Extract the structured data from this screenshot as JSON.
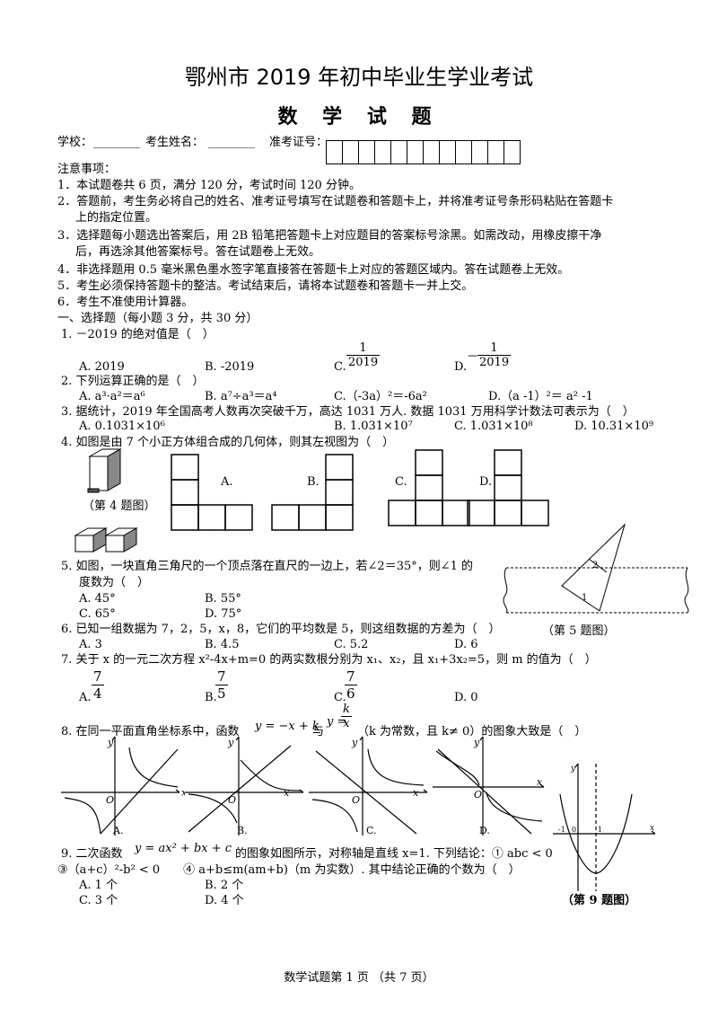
{
  "header": {
    "title": "鄂州市 2019 年初中毕业生学业考试",
    "subtitle": "数 学 试 题"
  },
  "info": {
    "school": "学校：",
    "school_blank": "________",
    "name": "考生姓名：",
    "name_blank": "________",
    "exam_no": "准考证号："
  },
  "notice": {
    "title": "注意事项：",
    "items": [
      "1．本试题卷共 6 页，满分 120 分，考试时间 120 分钟。",
      "2．答题前，考生务必将自己的姓名、准考证号填写在试题卷和答题卡上，并将准考证号条形码粘贴在答题卡",
      "上的指定位置。",
      "3．选择题每小题选出答案后，用 2B 铅笔把答题卡上对应题目的答案标号涂黑。如需改动，用橡皮擦干净",
      "后，再选涂其他答案标号。答在试题卷上无效。",
      "4．非选择题用 0.5 毫米黑色墨水签字笔直接答在答题卡上对应的答题区域内。答在试题卷上无效。",
      "5．考生必须保持答题卡的整洁。考试结束后，请将本试题卷和答题卡一并上交。",
      "6．考生不准使用计算器。"
    ]
  },
  "section1": "一、选择题（每小题 3 分，共 30 分）",
  "q1": {
    "stem": "1. －2019 的绝对值是（　）",
    "a": "A. 2019",
    "b": "B. -2019",
    "c": "C.",
    "c_num": "1",
    "c_den": "2019",
    "d": "D.",
    "d_sign": "－",
    "d_num": "1",
    "d_den": "2019"
  },
  "q2": {
    "stem": "2. 下列运算正确的是（　）",
    "a": "A. a³·a²＝a⁶",
    "b": "B. a⁷÷a³＝a⁴",
    "c": "C.（-3a）²＝-6a²",
    "d": "D.（a -1）²＝ a² -1"
  },
  "q3": {
    "stem": "3. 据统计，2019 年全国高考人数再次突破千万，高达 1031 万人. 数据 1031 万用科学计数法可表示为（　）",
    "a": "A. 0.1031×10⁶",
    "b": "B. 1.031×10⁷",
    "c": "C. 1.031×10⁸",
    "d": "D. 10.31×10⁹"
  },
  "q4": {
    "stem": "4. 如图是由 7 个小正方体组合成的几何体，则其左视图为（　）",
    "fig": "（第 4 题图）",
    "a": "A.",
    "b": "B.",
    "c": "C.",
    "d": "D."
  },
  "q5": {
    "stem": "5. 如图，一块直角三角尺的一个顶点落在直尺的一边上，若∠2＝35°，则∠1 的",
    "stem2": "度数为（　）",
    "a": "A. 45°",
    "b": "B. 55°",
    "c": "C. 65°",
    "d": "D. 75°",
    "fig": "（第 5 题图）",
    "l1": "1",
    "l2": "2"
  },
  "q6": {
    "stem": "6. 已知一组数据为 7，2，5，x，8，它们的平均数是 5，则这组数据的方差为（　）",
    "a": "A. 3",
    "b": "B. 4.5",
    "c": "C. 5.2",
    "d": "D. 6"
  },
  "q7": {
    "stem": "7. 关于 x 的一元二次方程 x²-4x+m=0 的两实数根分别为 x₁、x₂，且 x₁+3x₂=5，则 m 的值为（　）",
    "a": "A.",
    "a_num": "7",
    "a_den": "4",
    "b": "B.",
    "b_num": "7",
    "b_den": "5",
    "c": "C.",
    "c_num": "7",
    "c_den": "6",
    "d": "D. 0"
  },
  "q8": {
    "stem1": "8. 在同一平面直角坐标系中，函数",
    "f1": "y = −x + k",
    "stem2": "与",
    "f2_left": "y =",
    "f2_num": "k",
    "f2_den": "x",
    "stem3": "（k 为常数，且 k≠ 0）的图象大致是（　）",
    "a": "A.",
    "b": "B.",
    "c": "C.",
    "d": "D.",
    "axis_x": "x",
    "axis_y": "y",
    "origin": "O"
  },
  "q9": {
    "stem1": "9. 二次函数",
    "func": "y = ax² + bx + c",
    "stem2": "的图象如图所示，对称轴是直线 x=1. 下列结论：① abc < 0",
    "stem3": "③（a+c）²-b² < 0　　④ a+b≤m(am+b)（m 为实数）. 其中结论正确的个数为（　）",
    "a": "A. 1 个",
    "b": "B. 2 个",
    "c": "C. 3 个",
    "d": "D. 4 个",
    "fig": "（第 9 题图）",
    "m1": "-1",
    "zero": "0",
    "one": "1",
    "x": "x",
    "y": "y"
  },
  "footer": "数学试题第 1 页 （共 7 页）"
}
